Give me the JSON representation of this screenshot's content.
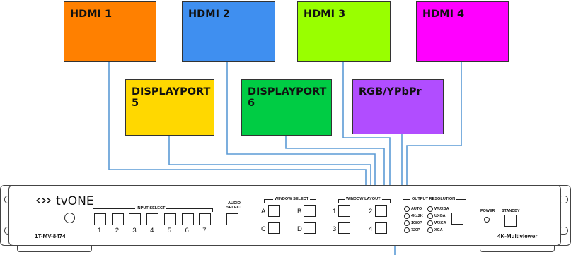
{
  "sources": [
    {
      "id": "hdmi1",
      "label": "HDMI 1",
      "color": "#FF8000"
    },
    {
      "id": "hdmi2",
      "label": "HDMI 2",
      "color": "#3F8FF0"
    },
    {
      "id": "hdmi3",
      "label": "HDMI 3",
      "color": "#99FF00"
    },
    {
      "id": "hdmi4",
      "label": "HDMI 4",
      "color": "#FF00FF"
    },
    {
      "id": "dp5",
      "label": "DISPLAYPORT 5",
      "color": "#FFD800"
    },
    {
      "id": "dp6",
      "label": "DISPLAYPORT 6",
      "color": "#00CC44"
    },
    {
      "id": "rgb",
      "label": "RGB/YPbPr",
      "color": "#B14DFF"
    }
  ],
  "cable_color": "#5B9BD5",
  "device": {
    "brand": "tvONE",
    "model": "1T-MV-8474",
    "product": "4K-Multiviewer",
    "input_select": {
      "title": "INPUT SELECT",
      "buttons": [
        "1",
        "2",
        "3",
        "4",
        "5",
        "6",
        "7"
      ]
    },
    "audio_select": "AUDIO SELECT",
    "window_select": {
      "title": "WINDOW SELECT",
      "buttons": [
        "A",
        "B",
        "C",
        "D"
      ]
    },
    "window_layout": {
      "title": "WINDOW LAYOUT",
      "buttons": [
        "1",
        "2",
        "3",
        "4"
      ]
    },
    "output_resolution": {
      "title": "OUTPUT RESOLUTION",
      "options": [
        "AUTO",
        "4Kx2K",
        "1080P",
        "720P",
        "WUXGA",
        "UXGA",
        "WXGA",
        "XGA"
      ]
    },
    "power": "POWER",
    "standby": "STANDBY"
  }
}
